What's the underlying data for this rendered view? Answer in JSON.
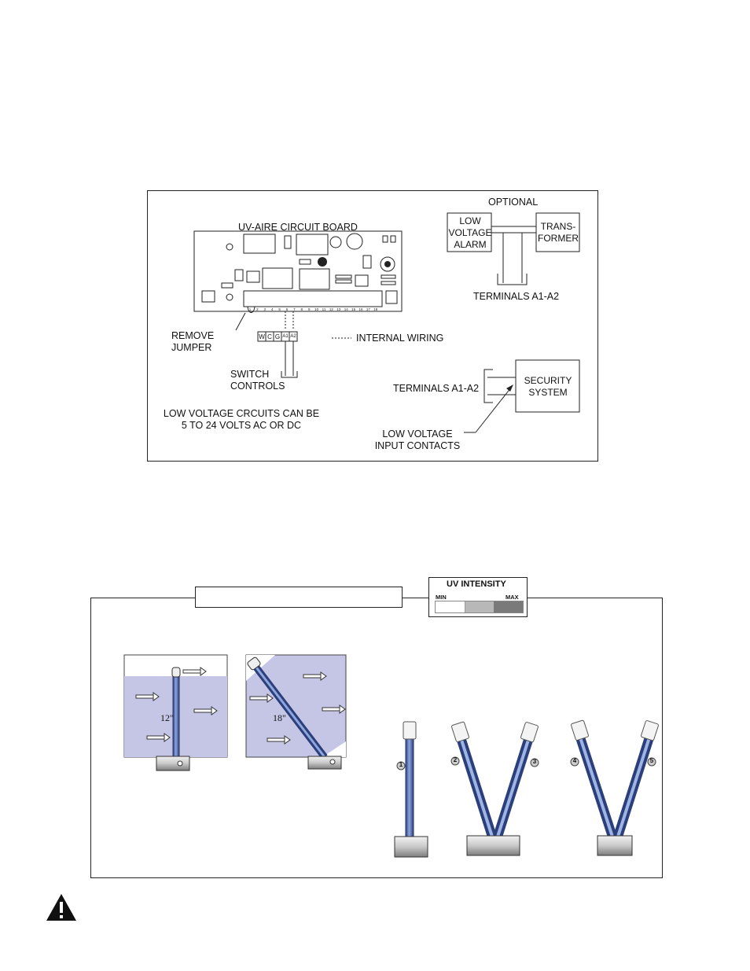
{
  "wiring_diagram": {
    "board_title": "UV-AIRE CIRCUIT BOARD",
    "optional_label": "OPTIONAL",
    "alarm_label": "LOW\nVOLTAGE\nALARM",
    "transformer_label": "TRANS-\nFORMER",
    "terminals_top_label": "TERMINALS A1-A2",
    "remove_jumper_label": "REMOVE\nJUMPER",
    "terminal_strip": [
      "W",
      "C",
      "G",
      "A1",
      "A2"
    ],
    "internal_wiring_label": "INTERNAL WIRING",
    "switch_controls_label": "SWITCH\nCONTROLS",
    "security_label": "SECURITY\nSYSTEM",
    "terminals_security_label": "TERMINALS A1-A2",
    "low_voltage_note": "LOW VOLTAGE CRCUITS CAN BE\n5 TO 24 VOLTS AC OR DC",
    "input_contacts_label": "LOW VOLTAGE\nINPUT CONTACTS",
    "board_pin_numbers": [
      "1",
      "2",
      "3",
      "4",
      "5",
      "6",
      "7",
      "8",
      "9",
      "10",
      "11",
      "12",
      "13",
      "14",
      "15",
      "16",
      "17",
      "18"
    ]
  },
  "uv_panel": {
    "title_box": "",
    "intensity_title": "UV INTENSITY",
    "intensity_min": "MIN",
    "intensity_max": "MAX",
    "lamp_12_label": "12\"",
    "lamp_18_label": "18\"",
    "lamp_numbers": [
      "1",
      "2",
      "3",
      "4",
      "5"
    ]
  },
  "colors": {
    "lamp_blue": "#3f5a9e",
    "air_tint": "#c5c6e6",
    "intensity_mid": "#b8b8b8",
    "intensity_max": "#7a7a7a"
  },
  "icons": {
    "warning": "warning-triangle-icon"
  }
}
